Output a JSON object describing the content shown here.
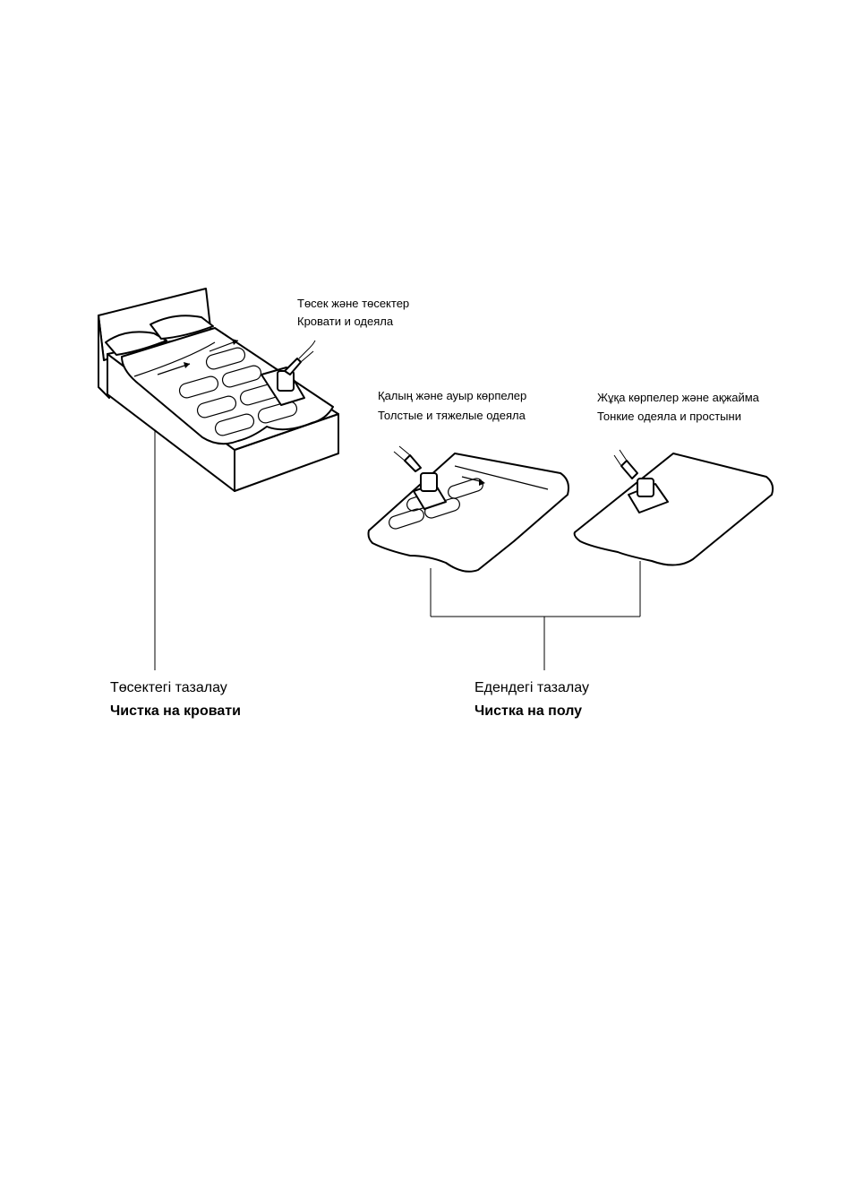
{
  "labels": {
    "bed_title_kk": "Төсек және төсектер",
    "bed_title_ru": "Кровати и одеяла",
    "thick_kk": "Қалың және ауыр көрпелер",
    "thick_ru": "Толстые и тяжелые одеяла",
    "thin_kk": "Жұқа көрпелер және ақжайма",
    "thin_ru": "Тонкие одеяла и простыни",
    "bed_clean_kk": "Төсектегі тазалау",
    "bed_clean_ru": "Чистка на кровати",
    "floor_clean_kk": "Едендегі тазалау",
    "floor_clean_ru": "Чистка на полу"
  }
}
